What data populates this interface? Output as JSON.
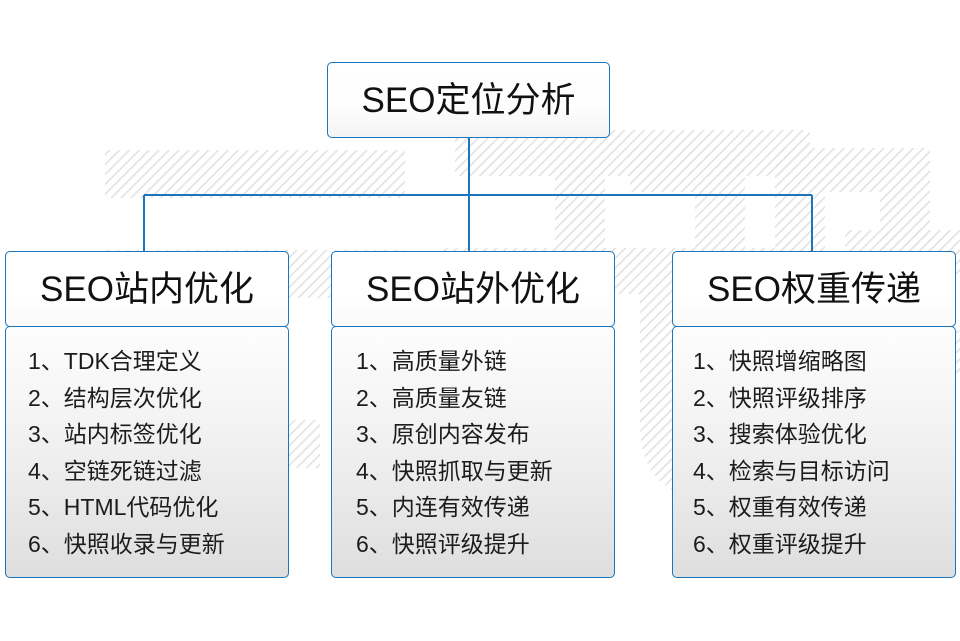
{
  "diagram": {
    "title": "SEO定位分析",
    "accent_color": "#1b75bb",
    "text_color": "#111111",
    "background_color": "#ffffff",
    "watermark_text": "云无限",
    "branches": [
      {
        "header": "SEO站内优化",
        "items": [
          "1、TDK合理定义",
          "2、结构层次优化",
          "3、站内标签优化",
          "4、空链死链过滤",
          "5、HTML代码优化",
          "6、快照收录与更新"
        ]
      },
      {
        "header": "SEO站外优化",
        "items": [
          "1、高质量外链",
          "2、高质量友链",
          "3、原创内容发布",
          "4、快照抓取与更新",
          "5、内连有效传递",
          "6、快照评级提升"
        ]
      },
      {
        "header": "SEO权重传递",
        "items": [
          "1、快照增缩略图",
          "2、快照评级排序",
          "3、搜索体验优化",
          "4、检索与目标访问",
          "5、权重有效传递",
          "6、权重评级提升"
        ]
      }
    ]
  }
}
